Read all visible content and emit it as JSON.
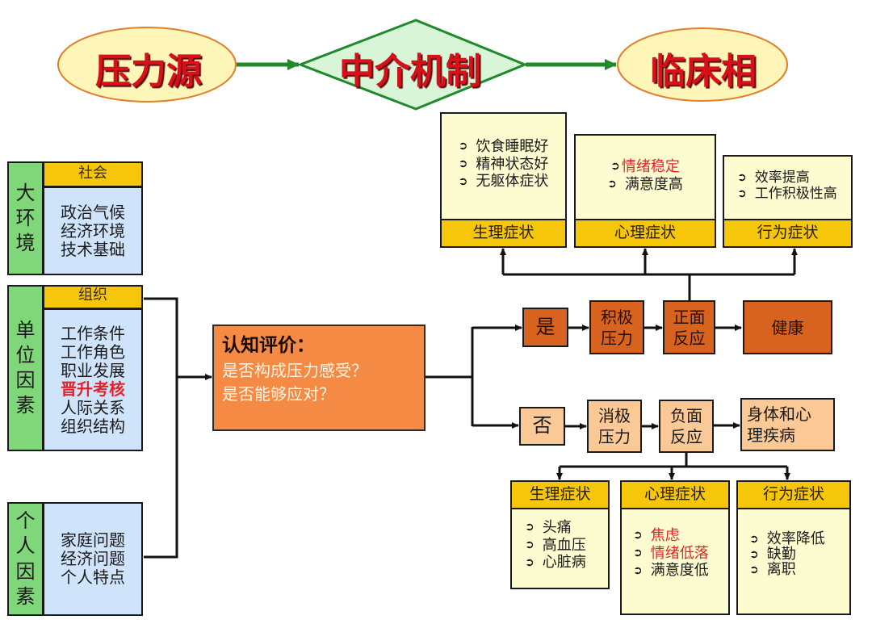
{
  "header": {
    "stressor": "压力源",
    "mediator": "中介机制",
    "clinical": "临床相"
  },
  "sources": [
    {
      "side_label": [
        "大",
        "环",
        "境"
      ],
      "category": "社会",
      "items": [
        {
          "text": "政治气候"
        },
        {
          "text": "经济环境"
        },
        {
          "text": "技术基础"
        }
      ]
    },
    {
      "side_label": [
        "单",
        "位",
        "因",
        "素"
      ],
      "category": "组织",
      "items": [
        {
          "text": "工作条件"
        },
        {
          "text": "工作角色"
        },
        {
          "text": "职业发展"
        },
        {
          "text": "晋升考核",
          "highlight": true
        },
        {
          "text": "人际关系"
        },
        {
          "text": "组织结构"
        }
      ]
    },
    {
      "side_label": [
        "个",
        "人",
        "因",
        "素"
      ],
      "category": "",
      "items": [
        {
          "text": "家庭问题"
        },
        {
          "text": "经济问题"
        },
        {
          "text": "个人特点"
        }
      ]
    }
  ],
  "appraisal": {
    "title": "认知评价：",
    "question1": "是否构成压力感受？",
    "question2": "是否能够应对？"
  },
  "positive_path": {
    "decision": "是",
    "stress": "积极\n压力",
    "reaction": "正面\n反应",
    "outcome": "健康"
  },
  "negative_path": {
    "decision": "否",
    "stress": "消极\n压力",
    "reaction": "负面\n反应",
    "outcome": "身体和心\n理疾病"
  },
  "positive_symptoms": [
    {
      "title": "生理症状",
      "items": [
        {
          "text": "饮食睡眠好"
        },
        {
          "text": "精神状态好"
        },
        {
          "text": "无躯体症状"
        }
      ]
    },
    {
      "title": "心理症状",
      "items": [
        {
          "text": "情绪稳定",
          "highlight": true
        },
        {
          "text": "满意度高"
        }
      ]
    },
    {
      "title": "行为症状",
      "items": [
        {
          "text": "效率提高"
        },
        {
          "text": "工作积极性高"
        }
      ]
    }
  ],
  "negative_symptoms": [
    {
      "title": "生理症状",
      "items": [
        {
          "text": "头痛"
        },
        {
          "text": "高血压"
        },
        {
          "text": "心脏病"
        }
      ]
    },
    {
      "title": "心理症状",
      "items": [
        {
          "text": "焦虑",
          "highlight": true
        },
        {
          "text": "情绪低落",
          "highlight": true
        },
        {
          "text": "满意度低"
        }
      ]
    },
    {
      "title": "行为症状",
      "items": [
        {
          "text": "效率降低"
        },
        {
          "text": "缺勤"
        },
        {
          "text": "离职"
        }
      ]
    }
  ],
  "icons": {
    "bullet": "circled-arrow-bullet-icon",
    "arrow": "arrow-right-icon"
  },
  "colors": {
    "title_red": "#d8101a",
    "ellipse_fill": "#fdf6b8",
    "ellipse_stroke": "#e0802a",
    "diamond_fill": "#d8f5d8",
    "diamond_stroke": "#1e8a2a",
    "green_arrow": "#1e8a2a",
    "side_green": "#7fd77a",
    "category_yellow": "#f6c60b",
    "body_blue": "#cfe4fb",
    "appraisal_orange": "#f58a45",
    "positive_orange": "#d8631f",
    "negative_peach": "#fbc995",
    "symptom_cream": "#fdfbd0",
    "highlight_red": "#e0242a"
  }
}
